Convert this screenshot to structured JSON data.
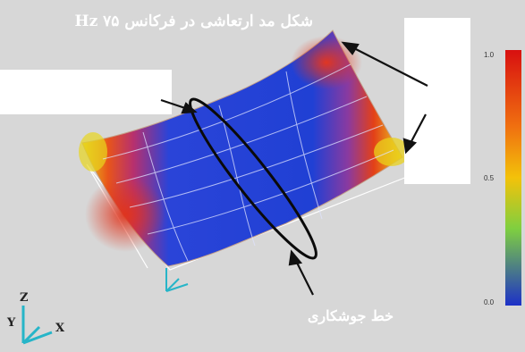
{
  "title": "شکل مد ارتعاشی در فرکانس ۷۵ Hz",
  "weld_label": "خط جوشکاری",
  "color_scale": {
    "ticks": [
      "1.0",
      "0.5",
      "0.0"
    ],
    "colors": [
      "#d81010",
      "#f3c20a",
      "#7fcf40",
      "#1c30c8"
    ]
  },
  "axes": {
    "z": "Z",
    "y": "Y",
    "x": "X"
  },
  "colors": {
    "background": "#d7d7d7",
    "plate_blue": "#1f3fd6",
    "plate_red": "#de2a14",
    "plate_yellow": "#e6d21c",
    "triad": "#26b5c8"
  }
}
